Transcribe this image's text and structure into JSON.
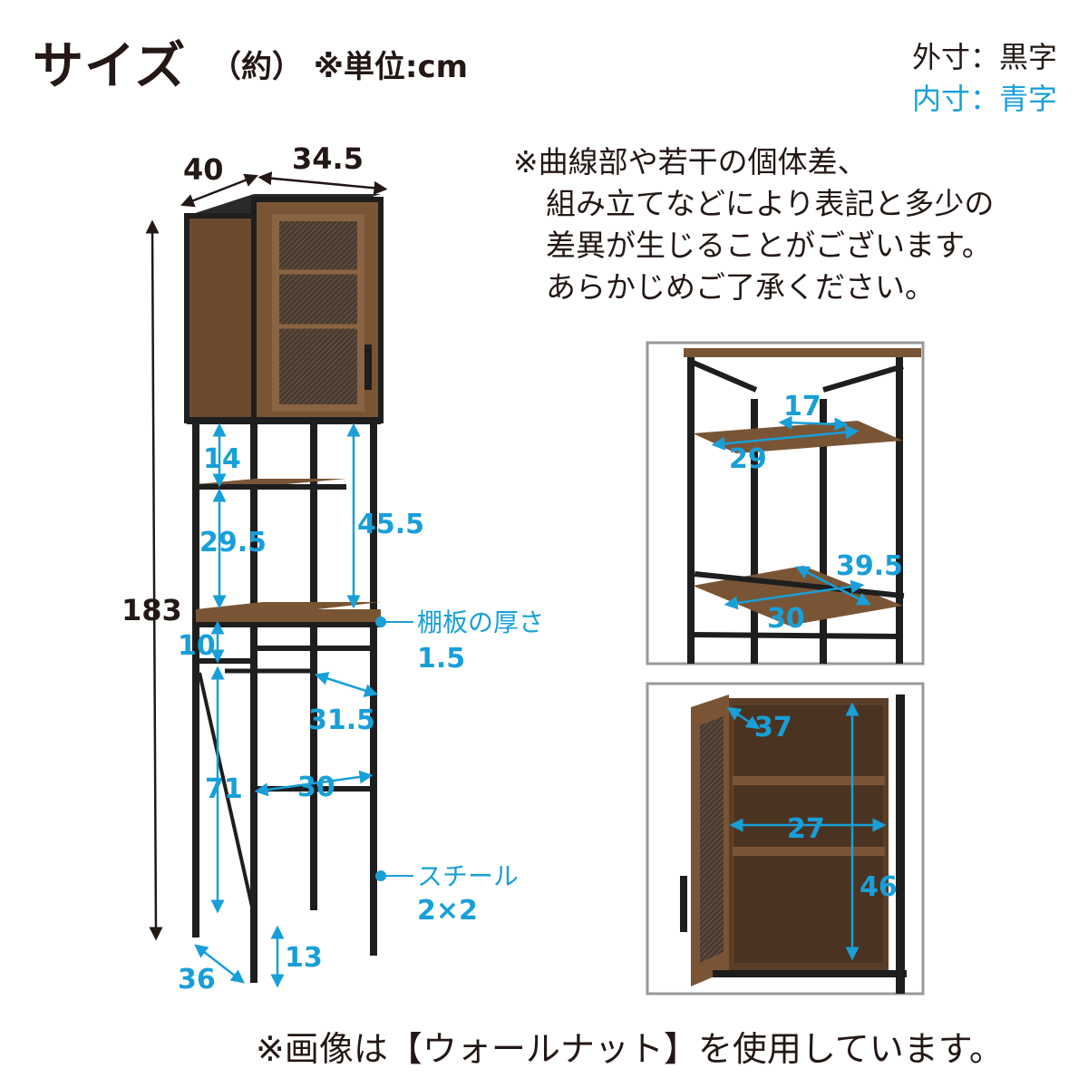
{
  "header": {
    "title": "サイズ",
    "approx": "（約）",
    "unit_note": "※単位:cm",
    "legend_outer": "外寸：黒字",
    "legend_inner": "内寸：青字"
  },
  "note_lines": [
    "※曲線部や若干の個体差、",
    "組み立てなどにより表記と多少の",
    "差異が生じることがございます。",
    "あらかじめご了承ください。"
  ],
  "footer": "※画像は【ウォールナット】を使用しています。",
  "main_dims": {
    "depth": "40",
    "width": "34.5",
    "height": "183",
    "gap_top": "14",
    "gap_shelf": "29.5",
    "upper_open": "45.5",
    "gap_lower": "10",
    "lower_depth": "31.5",
    "leg_height": "71",
    "lower_width": "30",
    "foot_height": "13",
    "foot_depth": "36"
  },
  "callouts": {
    "shelf_label": "棚板の厚さ",
    "shelf_value": "1.5",
    "steel_label": "スチール",
    "steel_value": "2×2"
  },
  "detail_shelf": {
    "small_depth": "17",
    "small_width": "29",
    "large_depth": "39.5",
    "large_width": "30"
  },
  "detail_cabinet": {
    "depth": "37",
    "width": "27",
    "height": "46"
  },
  "colors": {
    "outer_text": "#231815",
    "inner_text": "#189fd8",
    "wood": "#6b4a2f",
    "steel": "#1e1e1e"
  }
}
